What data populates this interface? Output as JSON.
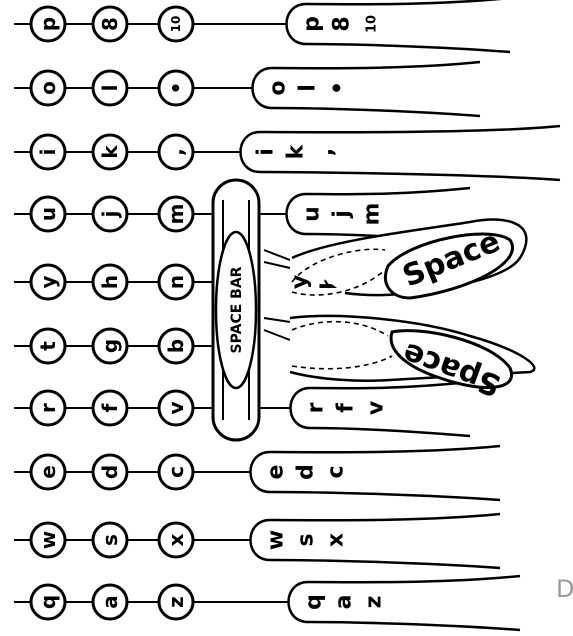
{
  "key_columns": [
    [
      "p",
      "8",
      "10"
    ],
    [
      "o",
      "l",
      "•"
    ],
    [
      "i",
      "k",
      ","
    ],
    [
      "u",
      "j",
      "m"
    ],
    [
      "y",
      "h",
      "n"
    ],
    [
      "t",
      "g",
      "b"
    ],
    [
      "r",
      "f",
      "v"
    ],
    [
      "e",
      "d",
      "c"
    ],
    [
      "w",
      "s",
      "x"
    ],
    [
      "q",
      "a",
      "z"
    ]
  ],
  "finger_letters": [
    [
      "p",
      "8",
      "10"
    ],
    [
      "o",
      "l",
      "•"
    ],
    [
      "i",
      "k",
      ","
    ],
    [
      "u",
      "j",
      "m"
    ],
    [
      "y",
      "h",
      "n"
    ],
    [
      "t",
      "g",
      "b"
    ],
    [
      "r",
      "f",
      "v"
    ],
    [
      "e",
      "d",
      "c"
    ],
    [
      "w",
      "s",
      "x"
    ],
    [
      "q",
      "a",
      "z"
    ]
  ],
  "space_bar_label": "SPACE BAR",
  "thumb_upper_label": "Space",
  "thumb_lower_label": "Space",
  "corner_text": "D",
  "colors": {
    "ink": "#000000",
    "paper": "#ffffff",
    "corner": "#9a9a9a"
  }
}
